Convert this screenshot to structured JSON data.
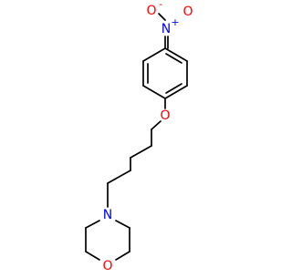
{
  "molecule": {
    "atoms": {
      "nitro_n": {
        "symbol": "N",
        "charge": "+",
        "color": "#0000ff"
      },
      "nitro_o1": {
        "symbol": "O",
        "charge": "-",
        "color": "#ff0000"
      },
      "nitro_o2": {
        "symbol": "O",
        "charge": "",
        "color": "#ff0000"
      },
      "ether_o": {
        "symbol": "O",
        "charge": "",
        "color": "#ff0000"
      },
      "morph_n": {
        "symbol": "N",
        "charge": "",
        "color": "#0000ff"
      },
      "morph_o": {
        "symbol": "O",
        "charge": "",
        "color": "#ff0000"
      }
    },
    "bond_color": "#000000",
    "background": "#ffffff"
  }
}
